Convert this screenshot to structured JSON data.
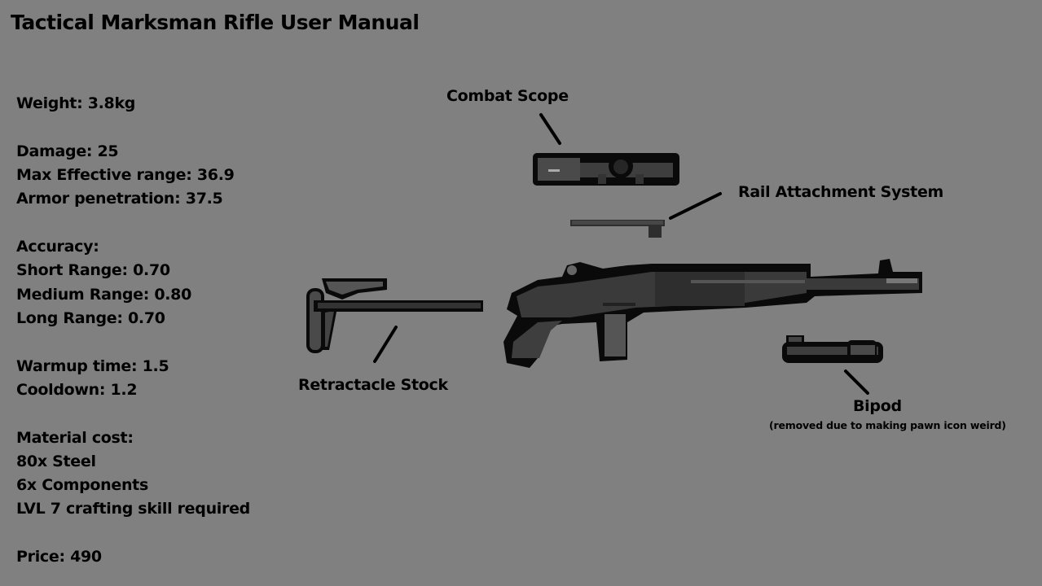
{
  "title": "Tactical Marksman Rifle User Manual",
  "stats": {
    "weight": "Weight: 3.8kg",
    "damage": "Damage: 25",
    "max_range": "Max Effective range: 36.9",
    "armor_pen": "Armor penetration: 37.5",
    "accuracy_heading": "Accuracy:",
    "short_range": "Short Range: 0.70",
    "medium_range": "Medium Range: 0.80",
    "long_range": "Long Range: 0.70",
    "warmup": "Warmup time: 1.5",
    "cooldown": "Cooldown: 1.2",
    "material_heading": "Material cost:",
    "steel": "80x Steel",
    "components": "6x Components",
    "skill": "LVL 7 crafting skill required",
    "price": "Price: 490"
  },
  "parts": {
    "scope": "Combat Scope",
    "rail": "Rail Attachment System",
    "stock": "Retractacle Stock",
    "bipod": "Bipod",
    "bipod_note": "(removed due to making pawn icon weird)"
  }
}
